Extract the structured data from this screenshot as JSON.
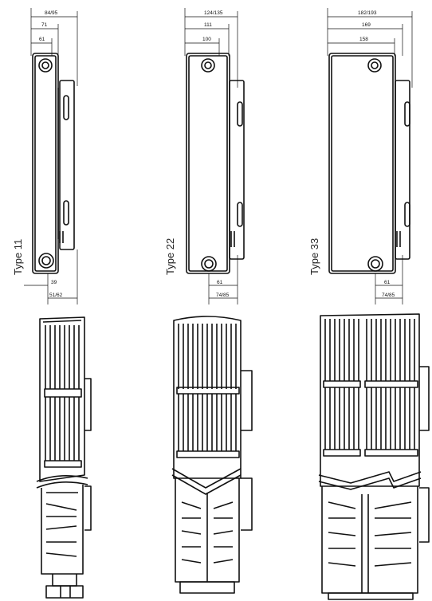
{
  "radiators": [
    {
      "type_label": "Type 11",
      "dims": [
        "84/95",
        "71",
        "61",
        "39",
        "51/62"
      ]
    },
    {
      "type_label": "Type 22",
      "dims": [
        "124/135",
        "111",
        "100",
        "61",
        "74/85"
      ]
    },
    {
      "type_label": "Type 33",
      "dims": [
        "182/193",
        "169",
        "158",
        "61",
        "74/85"
      ]
    }
  ]
}
